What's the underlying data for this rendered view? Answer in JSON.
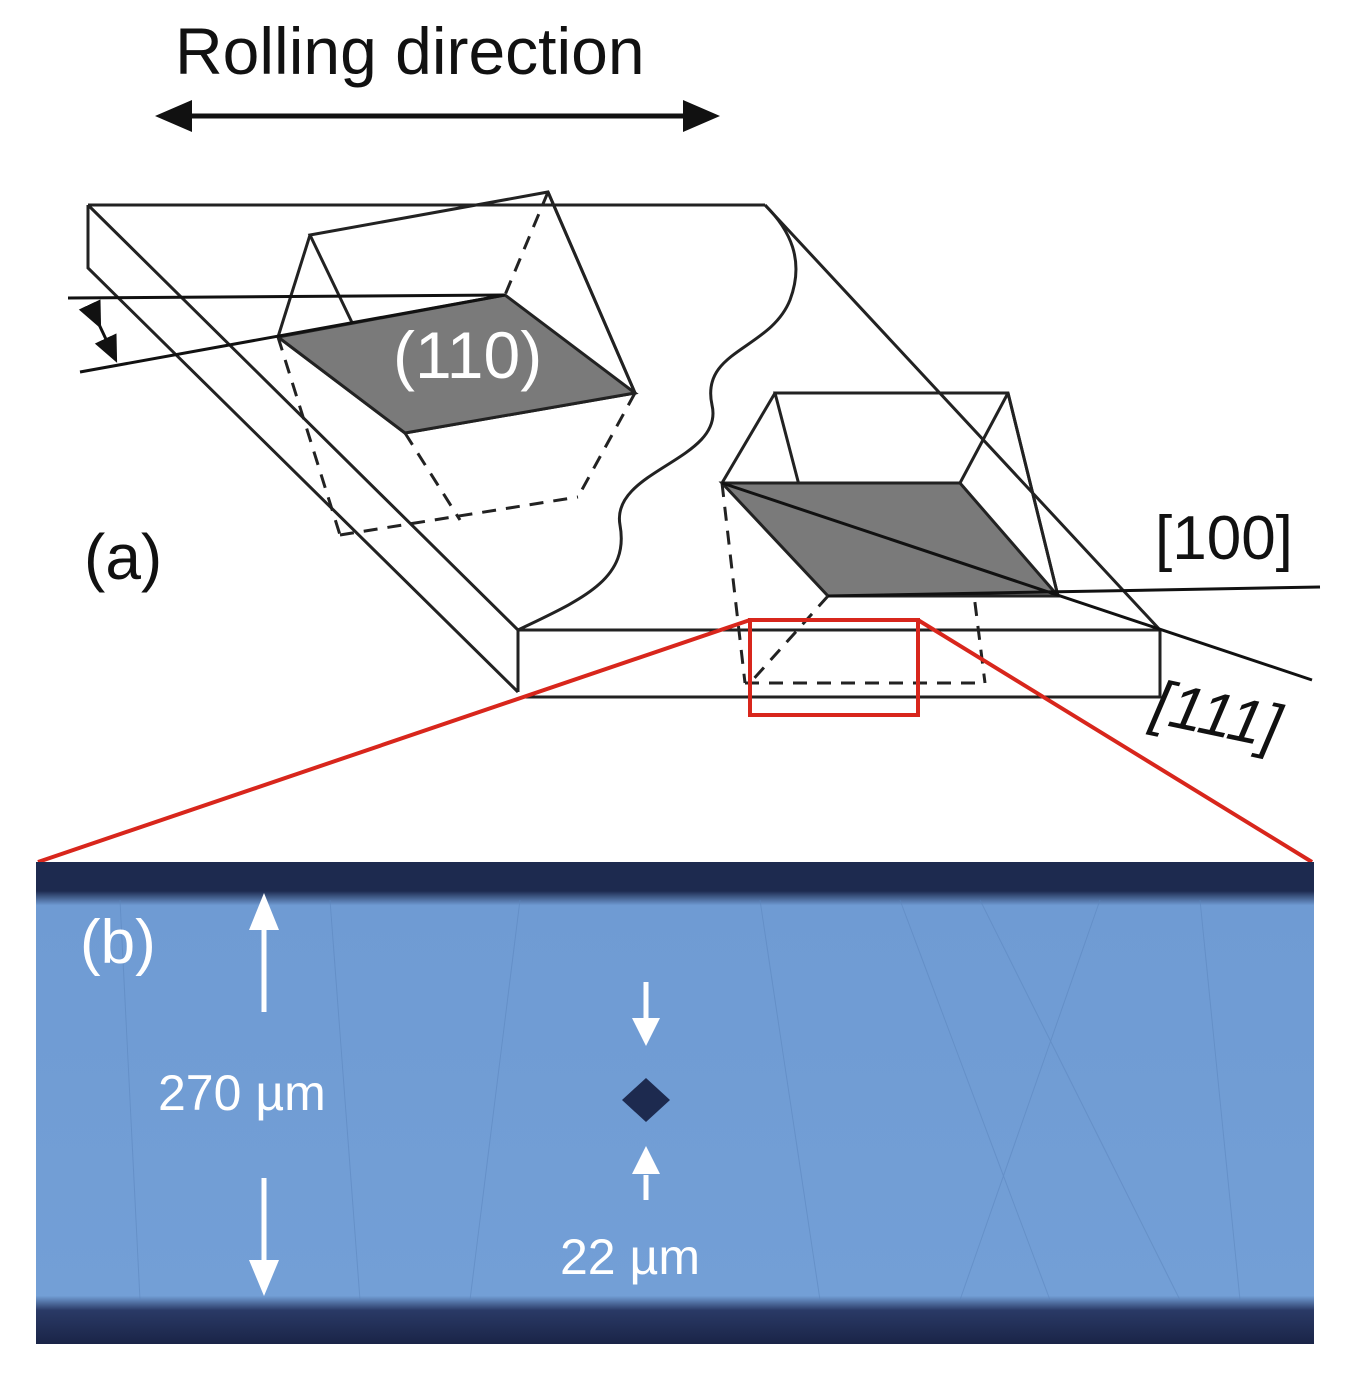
{
  "labels": {
    "rolling_direction": "Rolling direction",
    "panel_a": "(a)",
    "plane": "(110)",
    "direction_100": "[100]",
    "direction_111": "[111]",
    "panel_b": "(b)",
    "thickness": "270 µm",
    "indent_size": "22 µm"
  },
  "colors": {
    "outline": "#222222",
    "plane_fill": "#7a7a7a",
    "zoom_box": "#d8261c",
    "micrograph": "#6f9bd3",
    "micrograph_dark": "#1d2a4f",
    "annotation": "#ffffff"
  }
}
